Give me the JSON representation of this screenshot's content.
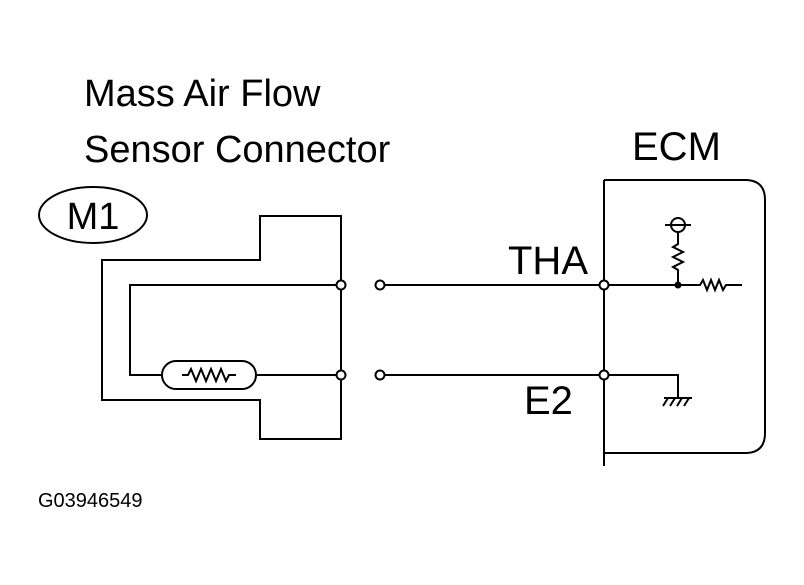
{
  "connector": {
    "title_line1": "Mass Air Flow",
    "title_line2": "Sensor Connector",
    "code": "M1"
  },
  "ecm": {
    "label": "ECM"
  },
  "pins": {
    "tha": "THA",
    "e2": "E2"
  },
  "figure_code": "G03946549"
}
